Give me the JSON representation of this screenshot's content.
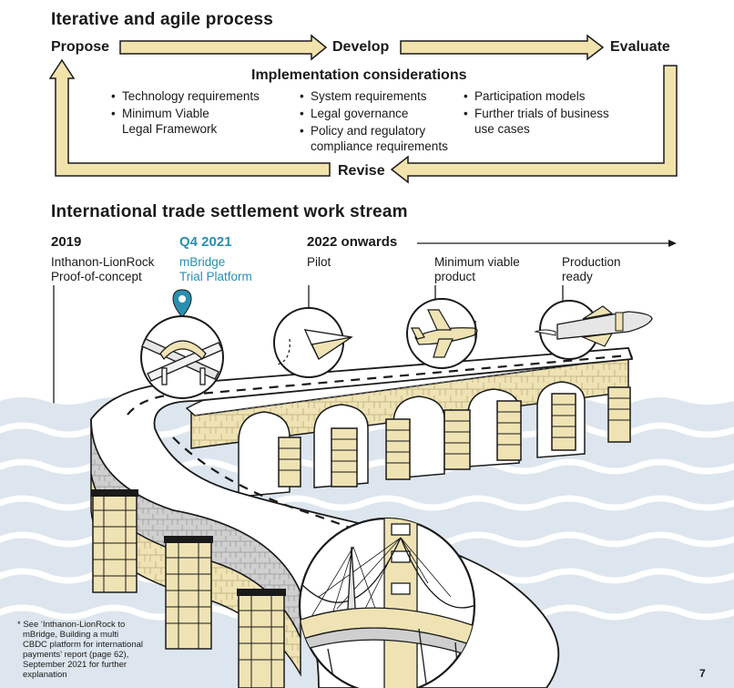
{
  "process": {
    "title": "Iterative and agile process",
    "stages": {
      "propose": "Propose",
      "develop": "Develop",
      "evaluate": "Evaluate",
      "revise": "Revise"
    },
    "considerations": {
      "title": "Implementation considerations",
      "col1": [
        "Technology requirements",
        "Minimum Viable Legal Framework"
      ],
      "col2": [
        "System requirements",
        "Legal governance",
        "Policy and regulatory compliance requirements"
      ],
      "col3": [
        "Participation models",
        "Further trials of business use cases"
      ]
    }
  },
  "workstream": {
    "title": "International trade settlement work stream",
    "milestones": [
      {
        "year": "2019",
        "line1": "Inthanon-LionRock",
        "line2": "Proof-of-concept"
      },
      {
        "year": "Q4 2021",
        "line1": "mBridge",
        "line2": "Trial Platform"
      },
      {
        "year": "2022 onwards",
        "line1": "Pilot",
        "line2": ""
      },
      {
        "year": "",
        "line1": "Minimum viable",
        "line2": "product"
      },
      {
        "year": "",
        "line1": "Production",
        "line2": "ready"
      }
    ]
  },
  "footnote": {
    "lines": [
      "* See ‘Inthanon-LionRock to",
      "mBridge, Building a multi",
      "CBDC platform for international",
      "payments’ report  (page 62),",
      "September 2021 for further",
      "explanation"
    ]
  },
  "page_number": "7",
  "colors": {
    "arrow_fill": "#f2e3ad",
    "stroke": "#1a1a1a",
    "accent_blue": "#2a8fb0",
    "sea": "#dde6ee",
    "stone": "#efe3b4"
  }
}
